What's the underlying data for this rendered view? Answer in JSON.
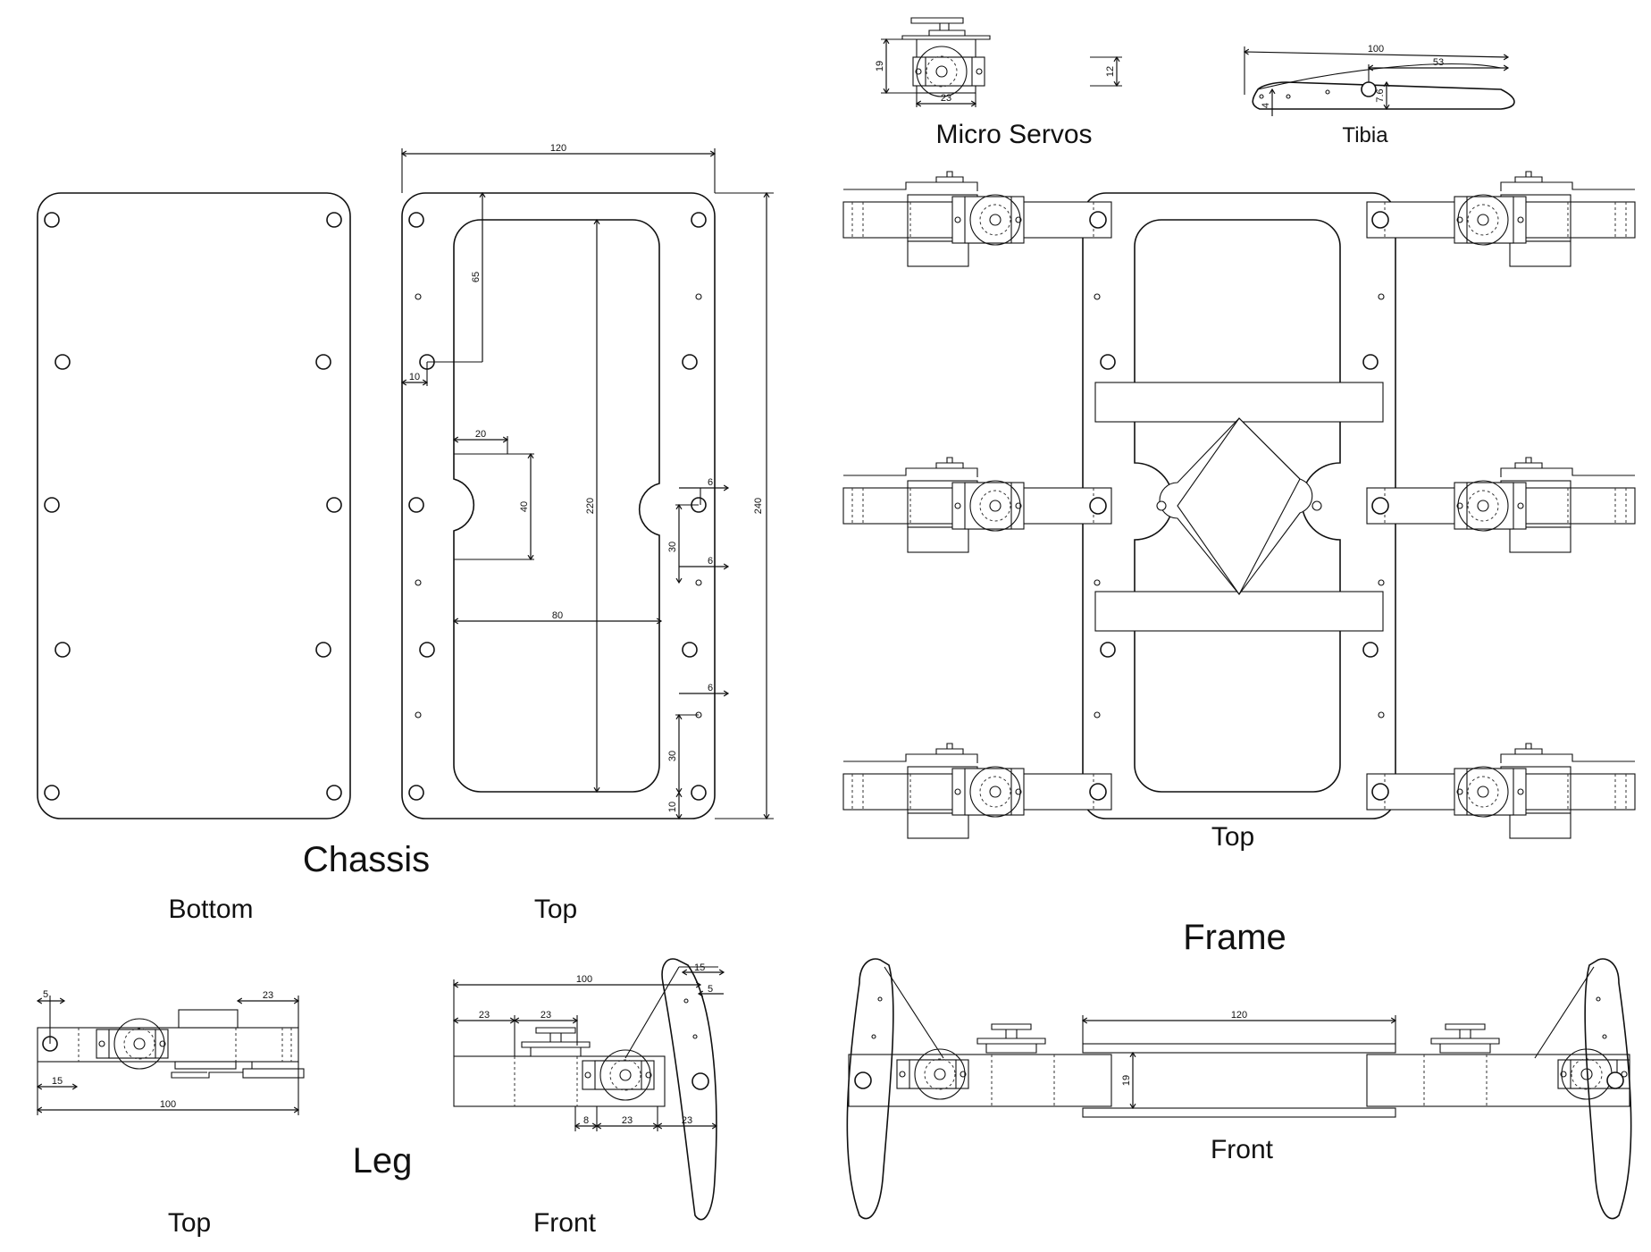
{
  "labels": {
    "chassis": "Chassis",
    "chassis_bottom": "Bottom",
    "chassis_top": "Top",
    "micro_servos": "Micro Servos",
    "tibia": "Tibia",
    "frame_top": "Top",
    "frame": "Frame",
    "frame_front": "Front",
    "leg": "Leg",
    "leg_top": "Top",
    "leg_front": "Front"
  },
  "dimensions": {
    "chassis_width": "120",
    "chassis_height": "240",
    "chassis_inner_height": "220",
    "chassis_hole_offset": "65",
    "chassis_edge": "10",
    "chassis_notch_width": "20",
    "chassis_notch_height": "40",
    "chassis_inner_width": "80",
    "chassis_spacing_a": "30",
    "chassis_spacing_b": "30",
    "chassis_inset_a": "6",
    "chassis_inset_b": "6",
    "chassis_inset_c": "6",
    "chassis_bottom_edge": "10",
    "servo_height": "19",
    "servo_width": "23",
    "servo_depth": "12",
    "tibia_length": "100",
    "tibia_hole": "53",
    "tibia_width_a": "4",
    "tibia_width_b": "7.6",
    "leg_top_a": "5",
    "leg_top_b": "23",
    "leg_top_c": "15",
    "leg_top_len": "100",
    "leg_front_len": "100",
    "leg_front_a": "23",
    "leg_front_b": "23",
    "leg_front_c": "15",
    "leg_front_d": "5",
    "leg_front_e": "8",
    "leg_front_f": "23",
    "leg_front_g": "23",
    "frame_front_width": "120",
    "frame_front_height": "19"
  }
}
